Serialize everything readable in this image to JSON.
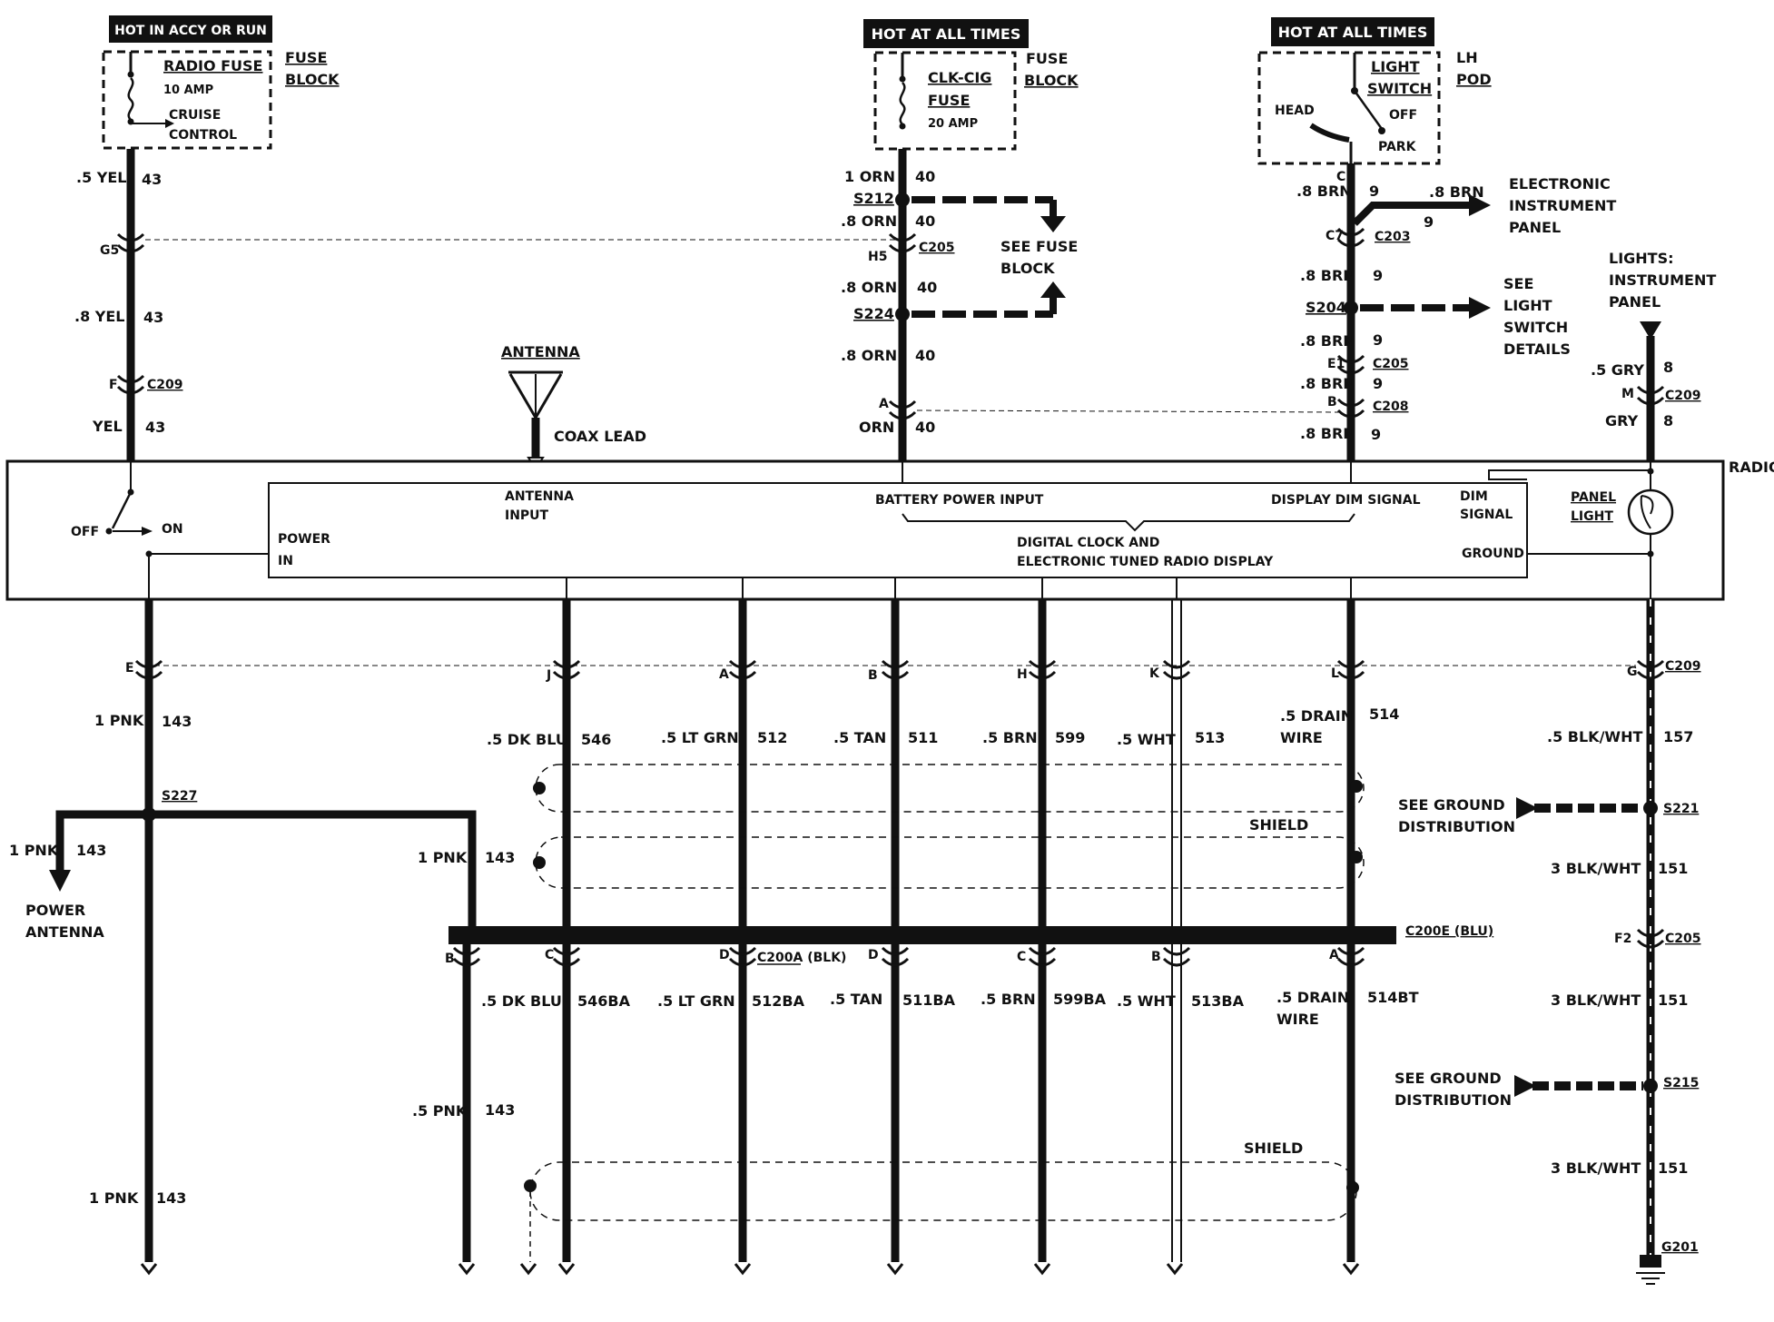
{
  "top": {
    "hot_accy": "HOT IN ACCY OR RUN",
    "hot_all_1": "HOT AT ALL TIMES",
    "hot_all_2": "HOT AT ALL TIMES"
  },
  "fuse_left": {
    "name": "RADIO FUSE",
    "rating": "10 AMP",
    "cruise1": "CRUISE",
    "cruise2": "CONTROL",
    "block1": "FUSE",
    "block2": "BLOCK"
  },
  "fuse_mid": {
    "name1": "CLK-CIG",
    "name2": "FUSE",
    "rating": "20 AMP",
    "block1": "FUSE",
    "block2": "BLOCK"
  },
  "switch_right": {
    "name1": "LIGHT",
    "name2": "SWITCH",
    "head": "HEAD",
    "off": "OFF",
    "park": "PARK",
    "pod1": "LH",
    "pod2": "POD"
  },
  "left_wire": {
    "w1": ".5 YEL",
    "c1": "43",
    "g5": "G5",
    "w2": ".8 YEL",
    "c2": "43",
    "f": "F",
    "c209": "C209",
    "w3": "YEL",
    "c3": "43"
  },
  "mid_wire": {
    "w1": "1 ORN",
    "c1": "40",
    "s212": "S212",
    "w2": ".8 ORN",
    "c2": "40",
    "h5": "H5",
    "c205": "C205",
    "see1": "SEE  FUSE",
    "see2": "BLOCK",
    "w3": ".8 ORN",
    "c3": "40",
    "s224": "S224",
    "w4": ".8 ORN",
    "c4": "40",
    "a": "A",
    "w5": "ORN",
    "c5": "40"
  },
  "right_wire": {
    "c": "C",
    "w1": ".8 BRN",
    "c1": "9",
    "w1b": ".8 BRN",
    "c1b": "9",
    "eip1": "ELECTRONIC",
    "eip2": "INSTRUMENT",
    "eip3": "PANEL",
    "c7": "C7",
    "c203": "C203",
    "w2": ".8 BRN",
    "c2": "9",
    "s204": "S204",
    "see1": "SEE",
    "see2": "LIGHT",
    "see3": "SWITCH",
    "see4": "DETAILS",
    "w3": ".8 BRN",
    "c3": "9",
    "e1": "E1",
    "c205": "C205",
    "w4": ".8 BRN",
    "c4": "9",
    "b": "B",
    "c208": "C208",
    "w5": ".8 BRN",
    "c5": "9"
  },
  "lights_wire": {
    "l1": "LIGHTS:",
    "l2": "INSTRUMENT",
    "l3": "PANEL",
    "w1": ".5 GRY",
    "c1": "8",
    "m": "M",
    "c209": "C209",
    "w2": "GRY",
    "c2": "8"
  },
  "antenna": {
    "label": "ANTENNA",
    "coax": "COAX LEAD"
  },
  "radio": {
    "title": "RADIO",
    "off": "OFF",
    "on": "ON",
    "power1": "POWER",
    "power2": "IN",
    "ant1": "ANTENNA",
    "ant2": "INPUT",
    "battery": "BATTERY POWER INPUT",
    "dim_sig": "DISPLAY DIM SIGNAL",
    "clock1": "DIGITAL CLOCK AND",
    "clock2": "ELECTRONIC TUNED RADIO DISPLAY",
    "dim1": "DIM",
    "dim2": "SIGNAL",
    "ground": "GROUND",
    "panel1": "PANEL",
    "panel2": "LIGHT"
  },
  "lower": {
    "e": "E",
    "j": "J",
    "a": "A",
    "b": "B",
    "h": "H",
    "k": "K",
    "l": "L",
    "g": "G",
    "c209": "C209",
    "pnk1": "1 PNK",
    "pnk1c": "143",
    "s227": "S227",
    "pnk2": "1 PNK",
    "pnk2c": "143",
    "pwr_ant1": "POWER",
    "pwr_ant2": "ANTENNA",
    "pnk3": "1 PNK",
    "pnk3c": "143",
    "dkblu": ".5 DK BLU",
    "dkbluc": "546",
    "ltgrn": ".5 LT GRN",
    "ltgrnc": "512",
    "tan": ".5 TAN",
    "tanc": "511",
    "brn": ".5 BRN",
    "brnc": "599",
    "wht": ".5 WHT",
    "whtc": "513",
    "drain1": ".5 DRAIN",
    "drain2": "WIRE",
    "drainc": "514",
    "blkwht1": ".5 BLK/WHT",
    "blkwht1c": "157",
    "gnd1a": "SEE GROUND",
    "gnd1b": "DISTRIBUTION",
    "s221": "S221",
    "shield1": "SHIELD",
    "blkwht2": "3 BLK/WHT",
    "blkwht2c": "151",
    "c200e": "C200E (BLU)",
    "f2": "F2",
    "c205": "C205",
    "lb": "B",
    "lc1": "C",
    "ld1": "D",
    "c200a": "C200A (BLK)",
    "ld2": "D",
    "lc2": "C",
    "lb2": "B",
    "la": "A",
    "dkblu2": ".5 DK BLU",
    "dkblu2c": "546BA",
    "ltgrn2": ".5 LT GRN",
    "ltgrn2c": "512BA",
    "tan2": ".5 TAN",
    "tan2c": "511BA",
    "brn2": ".5 BRN",
    "brn2c": "599BA",
    "wht2": ".5 WHT",
    "wht2c": "513BA",
    "drain3": ".5 DRAIN",
    "drain4": "WIRE",
    "drain2c": "514BT",
    "blkwht3": "3 BLK/WHT",
    "blkwht3c": "151",
    "gnd2a": "SEE GROUND",
    "gnd2b": "DISTRIBUTION",
    "s215": "S215",
    "pnk5": ".5 PNK",
    "pnk5c": "143",
    "shield2": "SHIELD",
    "pnk4": "1 PNK",
    "pnk4c": "143",
    "blkwht4": "3 BLK/WHT",
    "blkwht4c": "151",
    "g201": "G201"
  }
}
